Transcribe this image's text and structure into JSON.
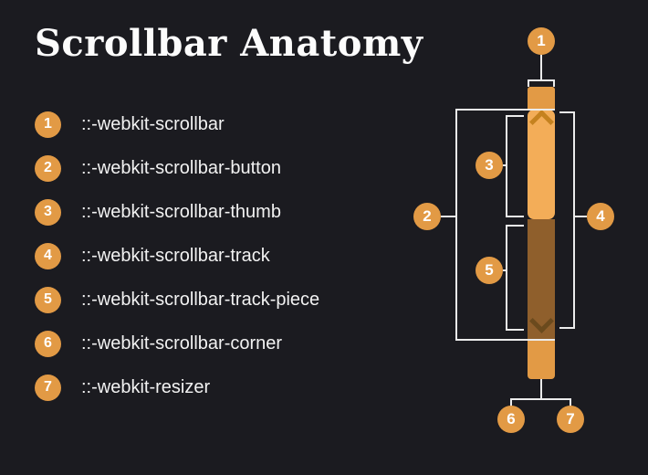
{
  "title": "Scrollbar Anatomy",
  "legend": {
    "items": [
      {
        "num": "1",
        "label": "::-webkit-scrollbar"
      },
      {
        "num": "2",
        "label": "::-webkit-scrollbar-button"
      },
      {
        "num": "3",
        "label": "::-webkit-scrollbar-thumb"
      },
      {
        "num": "4",
        "label": "::-webkit-scrollbar-track"
      },
      {
        "num": "5",
        "label": "::-webkit-scrollbar-track-piece"
      },
      {
        "num": "6",
        "label": "::-webkit-scrollbar-corner"
      },
      {
        "num": "7",
        "label": "::-webkit-resizer"
      }
    ]
  },
  "diagram": {
    "callouts": [
      "1",
      "2",
      "3",
      "4",
      "5",
      "6",
      "7"
    ]
  },
  "colors": {
    "background": "#1b1b20",
    "accent_orange": "#e29a45",
    "thumb_orange": "#f3ad58",
    "track_brown": "#8f5f2c",
    "arrow_dark_orange": "#c5821f",
    "arrow_dark_brown": "#6b4a1d",
    "connector_line": "#ececec",
    "text": "#f2f2f2"
  }
}
